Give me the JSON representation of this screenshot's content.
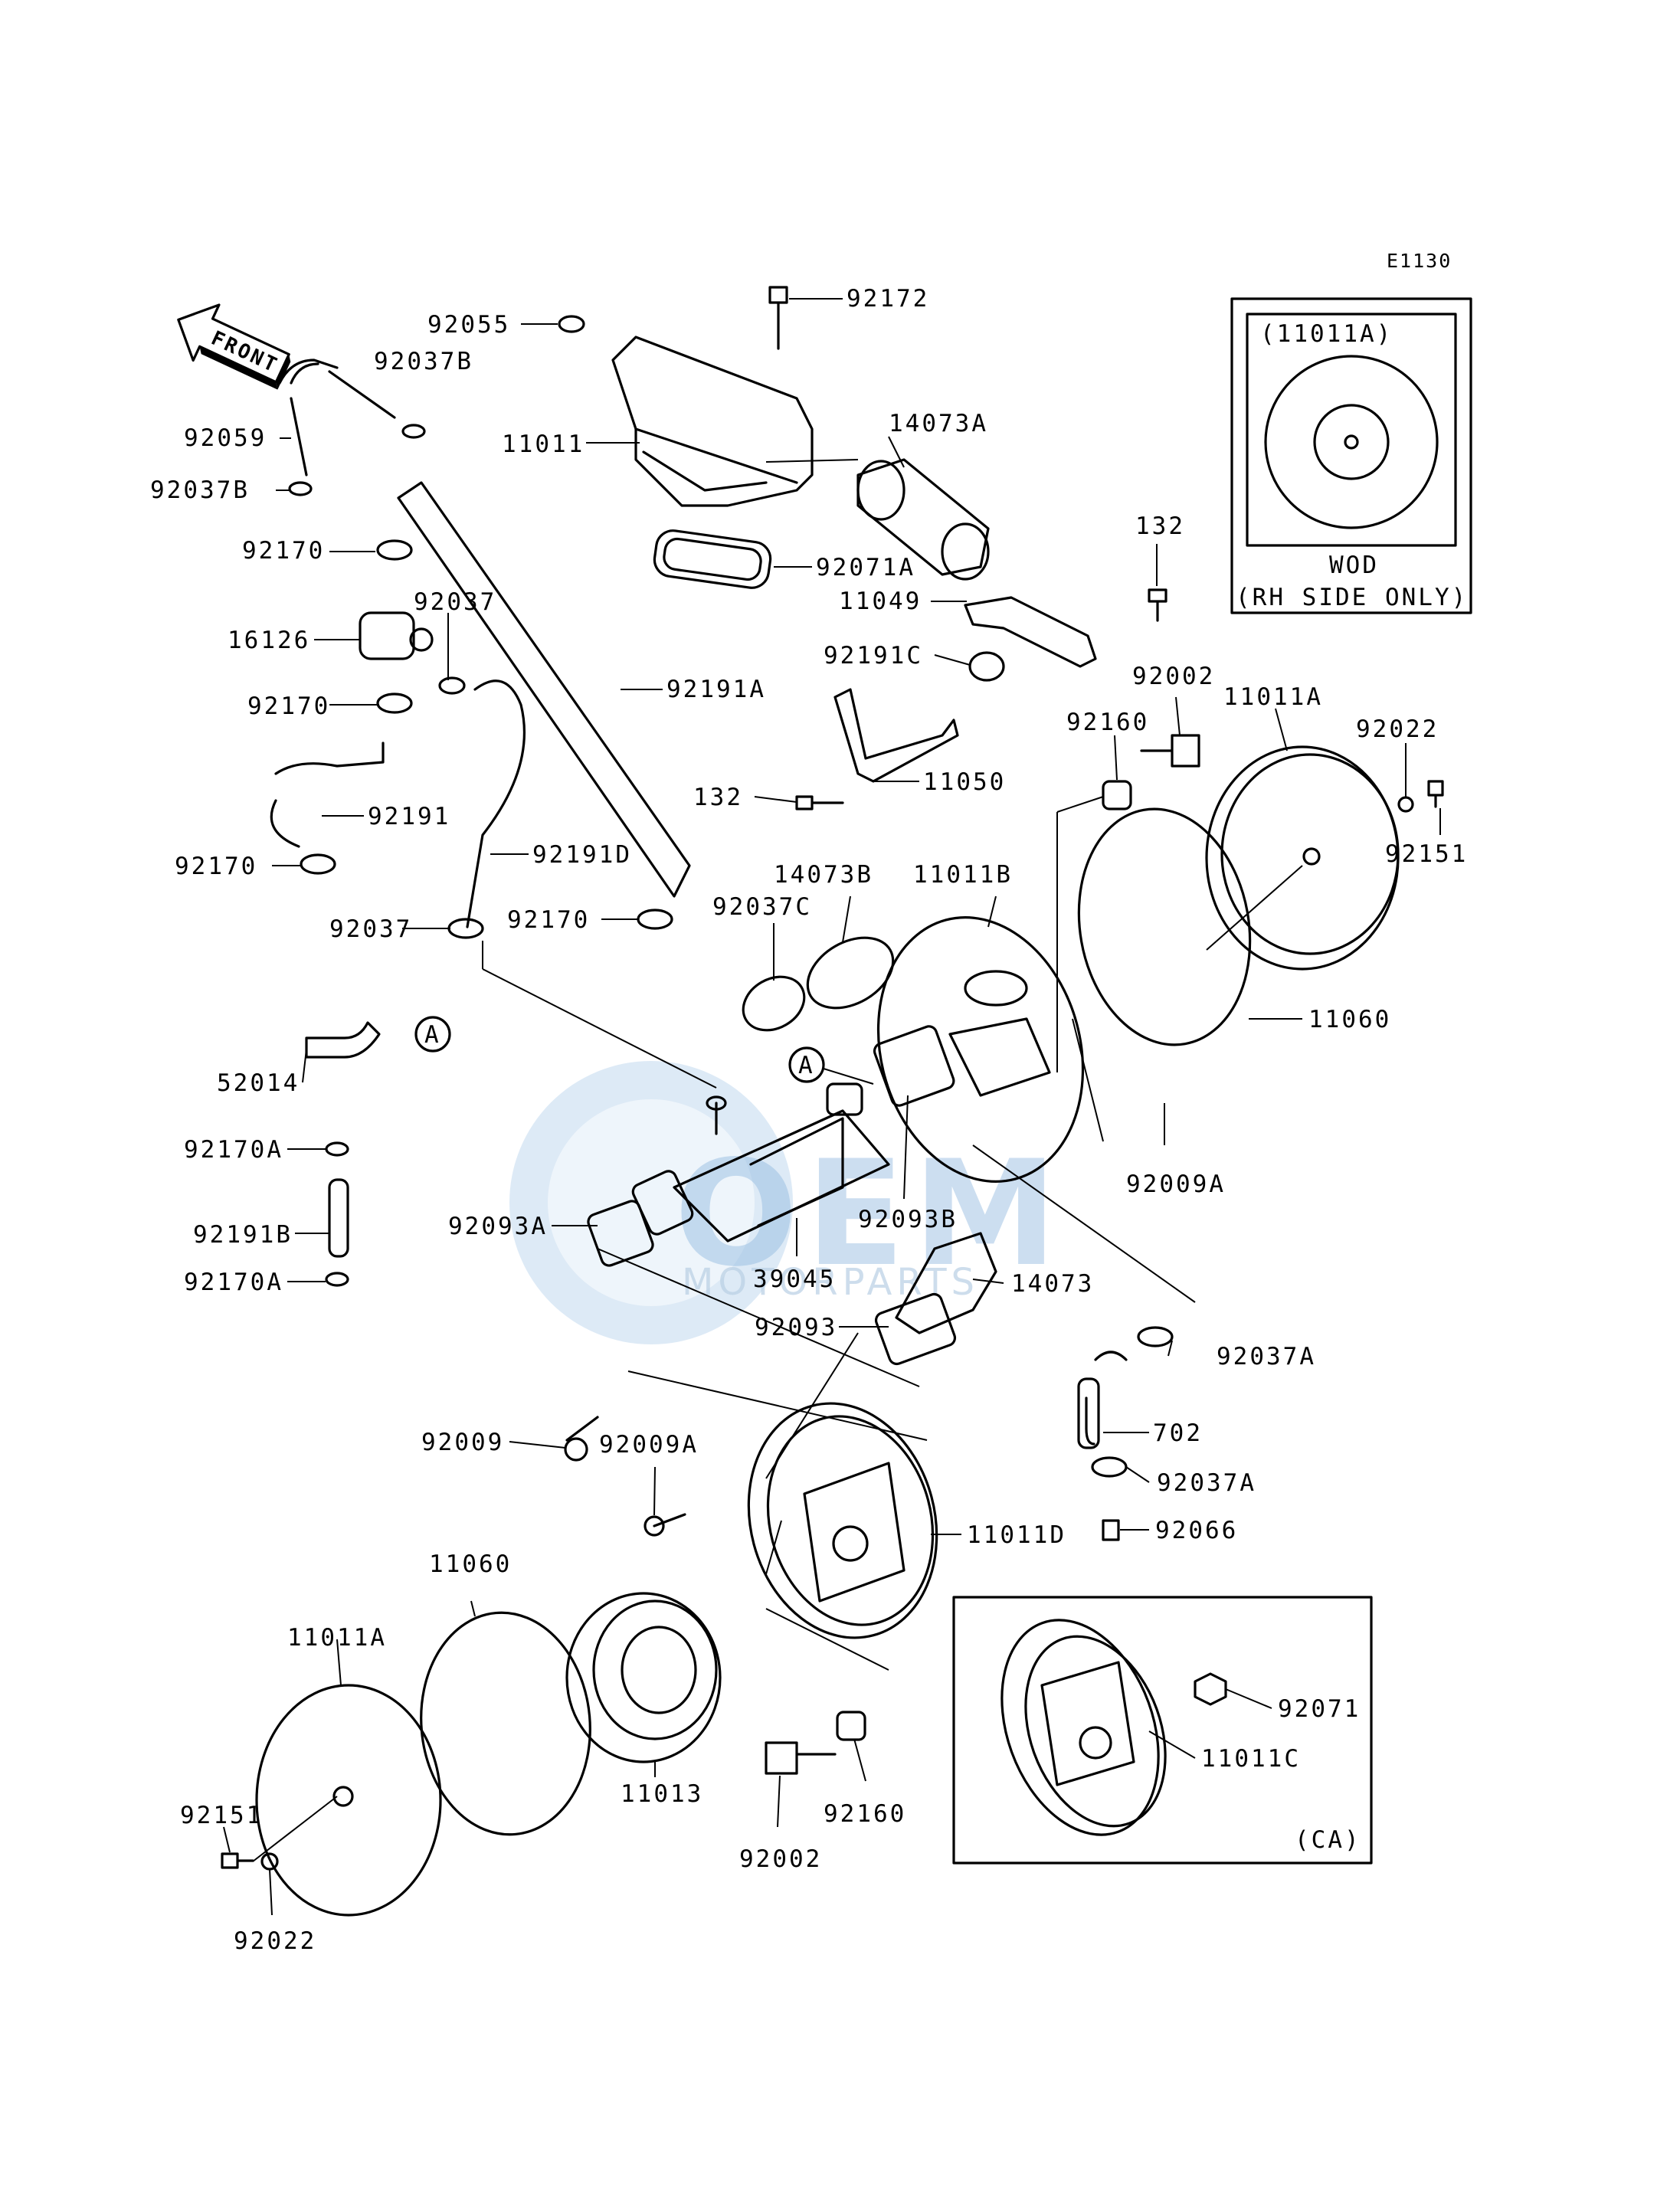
{
  "diagram_code": "E1130",
  "front_arrow_label": "FRONT",
  "inset_wod": {
    "title": "(11011A)",
    "caption_line1": "WOD",
    "caption_line2": "(RH SIDE ONLY)"
  },
  "inset_ca": {
    "caption": "(CA)"
  },
  "ref_marker": "A",
  "watermark": {
    "big": "OEM",
    "small": "MOTORPARTS"
  },
  "callouts": {
    "c92055": "92055",
    "c92172": "92172",
    "c92037B_top": "92037B",
    "c92059": "92059",
    "c11011": "11011",
    "c14073A": "14073A",
    "c92037B_left": "92037B",
    "c92170_a": "92170",
    "c92071A": "92071A",
    "c132_top": "132",
    "c11049": "11049",
    "c92037_top": "92037",
    "c16126": "16126",
    "c92191C": "92191C",
    "c92191A": "92191A",
    "c92170_b": "92170",
    "c92002_top": "92002",
    "c11011A_top": "11011A",
    "c92160_top": "92160",
    "c92022_top": "92022",
    "c92191": "92191",
    "c132_mid": "132",
    "c11050": "11050",
    "c92151_top": "92151",
    "c92170_c": "92170",
    "c92191D": "92191D",
    "c14073B": "14073B",
    "c11011B": "11011B",
    "c92037C": "92037C",
    "c92170_d": "92170",
    "c92037_mid": "92037",
    "c11060_top": "11060",
    "c52014": "52014",
    "c92170A_1": "92170A",
    "c92009A_right": "92009A",
    "c92191B": "92191B",
    "c92093B": "92093B",
    "c92093A": "92093A",
    "c92170A_2": "92170A",
    "c39045": "39045",
    "c14073": "14073",
    "c92093": "92093",
    "c92037A_1": "92037A",
    "c702": "702",
    "c92009": "92009",
    "c92009A_low": "92009A",
    "c92037A_2": "92037A",
    "c11011D": "11011D",
    "c92066": "92066",
    "c11060_low": "11060",
    "c11011A_low": "11011A",
    "c92071": "92071",
    "c11011C": "11011C",
    "c92151_low": "92151",
    "c11013": "11013",
    "c92160_low": "92160",
    "c92002_low": "92002",
    "c92022_low": "92022"
  }
}
